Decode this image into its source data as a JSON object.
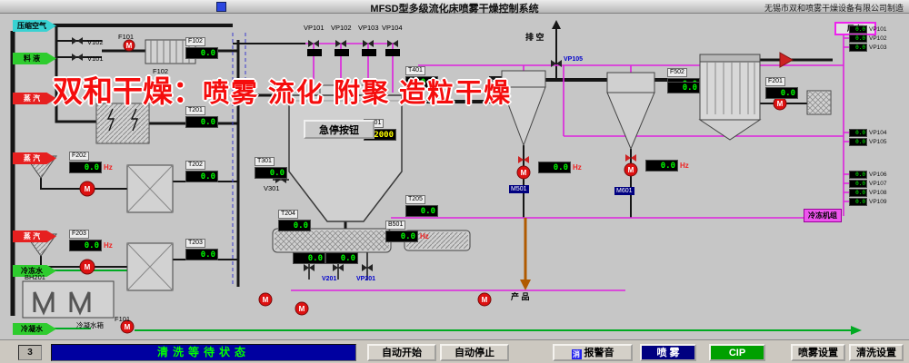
{
  "header": {
    "title": "MFSD型多级流化床喷雾干燥控制系统",
    "company": "无锡市双和喷雾干燥设备有限公司制造"
  },
  "watermark": {
    "prefix": "双和干燥：",
    "suffix": "喷雾 流化 附聚 造粒干燥"
  },
  "emergency_stop": "急停按钮",
  "colors": {
    "display_value": "#00ff00",
    "alarm_value": "#ffff00",
    "cip_line": "#dd22dd",
    "water_line": "#00aa22",
    "status_bg": "#0000a0",
    "status_text": "#00ff00"
  },
  "stream_tags": [
    {
      "id": "compressed-air",
      "label": "压缩空气",
      "color": "#39d2d2",
      "text": "#000"
    },
    {
      "id": "feed-liquid",
      "label": "料 液",
      "color": "#2ecc2e",
      "text": "#000"
    },
    {
      "id": "steam-1",
      "label": "蒸 汽",
      "color": "#e62020",
      "text": "#fff"
    },
    {
      "id": "steam-2",
      "label": "蒸 汽",
      "color": "#e62020",
      "text": "#fff"
    },
    {
      "id": "steam-3",
      "label": "蒸 汽",
      "color": "#e62020",
      "text": "#fff"
    },
    {
      "id": "chilled-water",
      "label": "冷冻水",
      "color": "#2ecc2e",
      "text": "#000"
    },
    {
      "id": "condensate",
      "label": "冷凝水",
      "color": "#2ecc2e",
      "text": "#000"
    },
    {
      "id": "exhaust",
      "label": "尾 气",
      "color": "#e2e2e2",
      "text": "#000",
      "outline": true
    }
  ],
  "displays": [
    {
      "id": "f102",
      "label": "F102",
      "value": "0.0"
    },
    {
      "id": "t401",
      "label": "T401",
      "value": "0.0"
    },
    {
      "id": "t201",
      "label": "T201",
      "value": "0.0"
    },
    {
      "id": "f202",
      "label": "F202",
      "value": "0.0",
      "unit": "Hz"
    },
    {
      "id": "t202",
      "label": "T202",
      "value": "0.0"
    },
    {
      "id": "f203",
      "label": "F203",
      "value": "0.0",
      "unit": "Hz"
    },
    {
      "id": "t203",
      "label": "T203",
      "value": "0.0"
    },
    {
      "id": "t204",
      "label": "T204",
      "value": "0.0"
    },
    {
      "id": "t205",
      "label": "T205",
      "value": "0.0"
    },
    {
      "id": "t301",
      "label": "T301",
      "value": "0.0"
    },
    {
      "id": "chamber-pressure",
      "label": "P501",
      "value": "-2000",
      "alarm": true
    },
    {
      "id": "b501",
      "label": "B501",
      "value": "0.0",
      "unit": "Hz"
    },
    {
      "id": "m501-freq",
      "label": "",
      "value": "0.0",
      "unit": "Hz"
    },
    {
      "id": "m601-freq",
      "label": "",
      "value": "0.0",
      "unit": "Hz"
    },
    {
      "id": "f502",
      "label": "F502",
      "value": "0.0"
    },
    {
      "id": "f502b",
      "label": "",
      "value": "0.0"
    },
    {
      "id": "f201",
      "label": "F201",
      "value": "0.0"
    },
    {
      "id": "fb1",
      "label": "",
      "value": "0.0"
    },
    {
      "id": "fb2",
      "label": "",
      "value": "0.0"
    }
  ],
  "device_labels": [
    {
      "id": "v102",
      "text": "V102"
    },
    {
      "id": "v101",
      "text": "V101"
    },
    {
      "id": "f101-top",
      "text": "F101"
    },
    {
      "id": "f102-dev",
      "text": "F102"
    },
    {
      "id": "vp101",
      "text": "VP101"
    },
    {
      "id": "vp102",
      "text": "VP102"
    },
    {
      "id": "vp103",
      "text": "VP103"
    },
    {
      "id": "vp104",
      "text": "VP104"
    },
    {
      "id": "vent-valve",
      "text": "VP105",
      "style": "blue"
    },
    {
      "id": "v301",
      "text": "V301"
    },
    {
      "id": "v201",
      "text": "V201",
      "style": "blue"
    },
    {
      "id": "vp201",
      "text": "VP201",
      "style": "blue"
    },
    {
      "id": "m501",
      "text": "M501",
      "style": "navy"
    },
    {
      "id": "m601",
      "text": "M601",
      "style": "navy"
    },
    {
      "id": "bh201",
      "text": "BH201"
    },
    {
      "id": "cond-tank",
      "text": "冷凝水箱"
    },
    {
      "id": "f101-bottom",
      "text": "F101"
    },
    {
      "id": "product",
      "text": "产 品",
      "style": "bold"
    },
    {
      "id": "paikong",
      "text": "排 空",
      "style": "bold"
    },
    {
      "id": "chiller",
      "text": "冷冻机组",
      "style": "magenta"
    }
  ],
  "right_valves": [
    {
      "id": "rv1",
      "label": "VP101",
      "value": "0.0"
    },
    {
      "id": "rv2",
      "label": "VP102",
      "value": "0.0"
    },
    {
      "id": "rv3",
      "label": "VP103",
      "value": "0.0"
    },
    {
      "id": "rv4",
      "label": "VP104",
      "value": "0.0"
    },
    {
      "id": "rv5",
      "label": "VP105",
      "value": "0.0"
    },
    {
      "id": "rv6",
      "label": "VP106",
      "value": "0.0"
    },
    {
      "id": "rv7",
      "label": "VP107",
      "value": "0.0"
    },
    {
      "id": "rv8",
      "label": "VP108",
      "value": "0.0"
    },
    {
      "id": "rv9",
      "label": "VP109",
      "value": "0.0"
    }
  ],
  "footer": {
    "counter": "3",
    "status": "清洗等待状态",
    "buttons": [
      {
        "id": "auto-start",
        "label": "自动开始"
      },
      {
        "id": "auto-stop",
        "label": "自动停止"
      },
      {
        "id": "alarm-mute",
        "label": "报警音",
        "prefix": "消"
      },
      {
        "id": "spray",
        "label": "喷 雾",
        "style": "navy"
      },
      {
        "id": "cip",
        "label": "CIP",
        "style": "green"
      },
      {
        "id": "spray-settings",
        "label": "喷雾设置"
      },
      {
        "id": "clean-settings",
        "label": "清洗设置"
      }
    ]
  }
}
